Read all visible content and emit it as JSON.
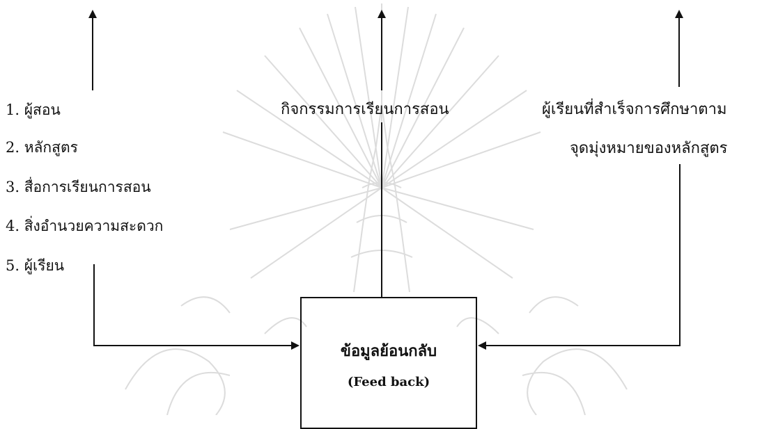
{
  "inputs": {
    "items": [
      "1. ผู้สอน",
      "2. หลักสูตร",
      "3. สื่อการเรียนการสอน",
      "4. สิ่งอำนวยความสะดวก",
      "5. ผู้เรียน"
    ]
  },
  "process": {
    "label": "กิจกรรมการเรียนการสอน"
  },
  "output": {
    "line1": "ผู้เรียนที่สำเร็จการศึกษาตาม",
    "line2": "จุดมุ่งหมายของหลักสูตร"
  },
  "feedback": {
    "title": "ข้อมูลย้อนกลับ",
    "subtitle": "(Feed back)"
  },
  "colors": {
    "ink": "#111111",
    "watermark": "#d9d9d9"
  }
}
